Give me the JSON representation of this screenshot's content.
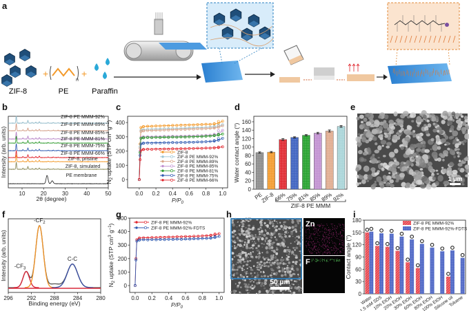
{
  "panels": {
    "a": {
      "label": "a",
      "components": [
        "ZIF-8",
        "PE",
        "Paraffin"
      ],
      "plus": "+",
      "subscript_n": "n"
    },
    "b": {
      "label": "b"
    },
    "c": {
      "label": "c"
    },
    "d": {
      "label": "d"
    },
    "e": {
      "label": "e",
      "scale_bar": "1 μm"
    },
    "f": {
      "label": "f"
    },
    "g": {
      "label": "g"
    },
    "h": {
      "label": "h",
      "scale_bar": "50 μm",
      "maps": [
        "Zn",
        "F"
      ],
      "map_colors": [
        "#c0308f",
        "#4caf50"
      ],
      "frame_color": "#2a7fc0"
    },
    "i": {
      "label": "i"
    }
  },
  "chart_data": [
    {
      "id": "b",
      "type": "line",
      "xlabel": "2θ (degree)",
      "ylabel": "Intensity (arb. units)",
      "xlim": [
        3.6,
        50
      ],
      "xticks": [
        10,
        20,
        30,
        40,
        50
      ],
      "series": [
        {
          "name": "ZIF-8 PE MMM-92%",
          "color": "#8fb9c9",
          "peaks": "zif8"
        },
        {
          "name": "ZIF-8 PE MMM-89%",
          "color": "#d29a82",
          "peaks": "zif8"
        },
        {
          "name": "ZIF-8 PE MMM-85%",
          "color": "#b884c8",
          "peaks": "zif8"
        },
        {
          "name": "ZIF-8 PE MMM-81%",
          "color": "#2e9b2e",
          "peaks": "zif8"
        },
        {
          "name": "ZIF-8 PE MMM-75%",
          "color": "#2f5ab0",
          "peaks": "zif8"
        },
        {
          "name": "ZIF-8 PE MMM-66%",
          "color": "#e0262e",
          "peaks": "zif8"
        },
        {
          "name": "ZIF-8, pristine",
          "color": "#f39a2b",
          "peaks": "zif8"
        },
        {
          "name": "ZIF-8, simulated",
          "color": "#8a8a5a",
          "peaks": "zif8"
        },
        {
          "name": "PE membrane",
          "color": "#333333",
          "peaks": "pe"
        }
      ],
      "peak_sets": {
        "zif8": [
          [
            7.3,
            1.0
          ],
          [
            10.4,
            0.15
          ],
          [
            12.7,
            0.4
          ],
          [
            14.7,
            0.1
          ],
          [
            16.4,
            0.15
          ],
          [
            18.0,
            0.2
          ],
          [
            22.1,
            0.08
          ],
          [
            24.5,
            0.08
          ],
          [
            26.7,
            0.06
          ]
        ],
        "pe": [
          [
            21.6,
            1.0
          ],
          [
            24.0,
            0.35
          ]
        ]
      }
    },
    {
      "id": "c",
      "type": "line",
      "xlabel": "P/P",
      "xlabel_sub": "0",
      "ylabel": "N",
      "ylabel_sub": "2",
      "ylabel_rest": " uptake (STP cm",
      "ylabel_sup": "3",
      "ylabel_end": " g",
      "ylabel_sup2": "−1",
      "ylabel_close": ")",
      "xlim": [
        -0.14,
        1.06
      ],
      "ylim": [
        -58,
        444
      ],
      "xticks": [
        "0.0",
        "0.2",
        "0.4",
        "0.6",
        "0.8",
        "1.0"
      ],
      "yticks": [
        0,
        100,
        200,
        300,
        400
      ],
      "x": [
        0.0,
        0.01,
        0.02,
        0.05,
        0.1,
        0.2,
        0.3,
        0.4,
        0.5,
        0.6,
        0.7,
        0.8,
        0.9,
        0.95,
        1.0
      ],
      "legend_position": "bottom-right",
      "series": [
        {
          "name": "ZIF-8",
          "color": "#f39a2b",
          "values": [
            0,
            250,
            365,
            372,
            374,
            376,
            378,
            380,
            382,
            384,
            386,
            388,
            390,
            395,
            410
          ]
        },
        {
          "name": "ZIF-8 PE MMM-92%",
          "color": "#9cc4d4",
          "values": [
            0,
            230,
            345,
            350,
            352,
            354,
            356,
            358,
            360,
            362,
            364,
            366,
            370,
            375,
            385
          ]
        },
        {
          "name": "ZIF-8 PE MMM-89%",
          "color": "#d9a58a",
          "values": [
            0,
            220,
            338,
            342,
            344,
            346,
            348,
            350,
            352,
            354,
            356,
            358,
            362,
            366,
            378
          ]
        },
        {
          "name": "ZIF-8 PE MMM-85%",
          "color": "#c08fd0",
          "values": [
            0,
            200,
            295,
            300,
            301,
            302,
            303,
            304,
            305,
            306,
            308,
            310,
            314,
            320,
            345
          ]
        },
        {
          "name": "ZIF-8 PE MMM-81%",
          "color": "#2e9b2e",
          "values": [
            0,
            190,
            290,
            294,
            295,
            296,
            297,
            298,
            299,
            300,
            302,
            304,
            308,
            312,
            320
          ]
        },
        {
          "name": "ZIF-8 PE MMM-75%",
          "color": "#2f5ab0",
          "values": [
            0,
            170,
            250,
            256,
            257,
            258,
            259,
            260,
            261,
            262,
            264,
            266,
            270,
            276,
            290
          ]
        },
        {
          "name": "ZIF-8 PE MMM-66%",
          "color": "#e0262e",
          "values": [
            0,
            140,
            205,
            212,
            213,
            214,
            215,
            216,
            217,
            218,
            220,
            221,
            223,
            225,
            230
          ]
        }
      ]
    },
    {
      "id": "d",
      "type": "bar",
      "ylabel": "Water contact angle (°)",
      "ylim": [
        0,
        173
      ],
      "yticks": [
        0,
        20,
        40,
        60,
        80,
        100,
        120,
        140,
        160
      ],
      "categories": [
        "PE",
        "ZIF-8",
        "66%",
        "75%",
        "81%",
        "85%",
        "89%",
        "92%"
      ],
      "group_label": "ZIF-8 PE MMM",
      "values": [
        87,
        88,
        118,
        123,
        128,
        133,
        138,
        149
      ],
      "errors": [
        1.5,
        1.5,
        2,
        1.5,
        1.5,
        2,
        2.5,
        2
      ],
      "colors": [
        "#8a8a8a",
        "#f39a2b",
        "#e0262e",
        "#3a5fbf",
        "#22a02a",
        "#c08fd0",
        "#e0ab8e",
        "#a8d4d8"
      ]
    },
    {
      "id": "f",
      "type": "line",
      "xlabel": "Binding energy (eV)",
      "ylabel": "Intensity (arb. units)",
      "xlim": [
        296,
        280
      ],
      "xticks": [
        296,
        292,
        288,
        284,
        280
      ],
      "components": [
        {
          "name": "-CF",
          "sub": "3",
          "center": 292.9,
          "amplitude": 0.26,
          "sigma": 0.55,
          "color": "#d8283a"
        },
        {
          "name": "-CF",
          "sub": "2",
          "center": 290.6,
          "amplitude": 1.0,
          "sigma": 0.65,
          "color": "#f0952b"
        },
        {
          "name": "C-C",
          "sub": "",
          "center": 284.9,
          "amplitude": 0.38,
          "sigma": 0.9,
          "color": "#3b4fa0"
        }
      ],
      "shoulder": {
        "center": 288.0,
        "amplitude": 0.06,
        "sigma": 1.0
      },
      "envelope_color": "#555555",
      "baseline_color": "#d8283a"
    },
    {
      "id": "g",
      "type": "line",
      "xlabel": "P/P",
      "xlabel_sub": "0",
      "ylabel": "N",
      "ylabel_sub": "2",
      "ylabel_rest": " uptake (STP cm",
      "ylabel_sup": "3",
      "ylabel_end": " g",
      "ylabel_sup2": "−1",
      "ylabel_close": ")",
      "xlim": [
        -0.065,
        1.06
      ],
      "ylim": [
        -51,
        500
      ],
      "xticks": [
        "0.0",
        "0.2",
        "0.4",
        "0.6",
        "0.8",
        "1.0"
      ],
      "yticks": [
        0,
        100,
        200,
        300,
        400,
        500
      ],
      "x": [
        0.0,
        0.01,
        0.02,
        0.05,
        0.1,
        0.2,
        0.3,
        0.4,
        0.5,
        0.6,
        0.7,
        0.8,
        0.9,
        0.95,
        1.0
      ],
      "legend_position": "top-left",
      "series": [
        {
          "name": "ZIF-8 PE MMM-92%",
          "color": "#e0262e",
          "values": [
            0,
            200,
            340,
            352,
            354,
            356,
            358,
            360,
            362,
            364,
            366,
            368,
            372,
            376,
            385
          ]
        },
        {
          "name": "ZIF-8 PE MMM-92%-FDTS",
          "color": "#2f5ab0",
          "values": [
            0,
            190,
            330,
            338,
            340,
            341,
            342,
            343,
            344,
            345,
            347,
            349,
            352,
            356,
            365
          ]
        }
      ]
    },
    {
      "id": "i",
      "type": "bar",
      "ylabel": "Contact angle (°)",
      "ylim": [
        0,
        180
      ],
      "yticks": [
        0,
        30,
        60,
        90,
        120,
        150,
        180
      ],
      "categories": [
        "Water",
        "1.5 mM SDS",
        "10% EtOH",
        "20% EtOH",
        "30% EtOH",
        "60% EtOH",
        "80% EtOH",
        "100% EtOH",
        "Silicone oil",
        "Toluene"
      ],
      "legend_position": "top-right",
      "series": [
        {
          "name": "ZIF-8 PE MMM-92%",
          "color": "#e8474f",
          "values": [
            150,
            117,
            115,
            105,
            77,
            63,
            null,
            null,
            42,
            null
          ]
        },
        {
          "name": "ZIF-8 PE MMM-92%-FDTS",
          "color": "#4a63c4",
          "values": [
            152,
            148,
            147,
            140,
            133,
            122,
            113,
            104,
            106,
            88
          ]
        }
      ]
    }
  ]
}
